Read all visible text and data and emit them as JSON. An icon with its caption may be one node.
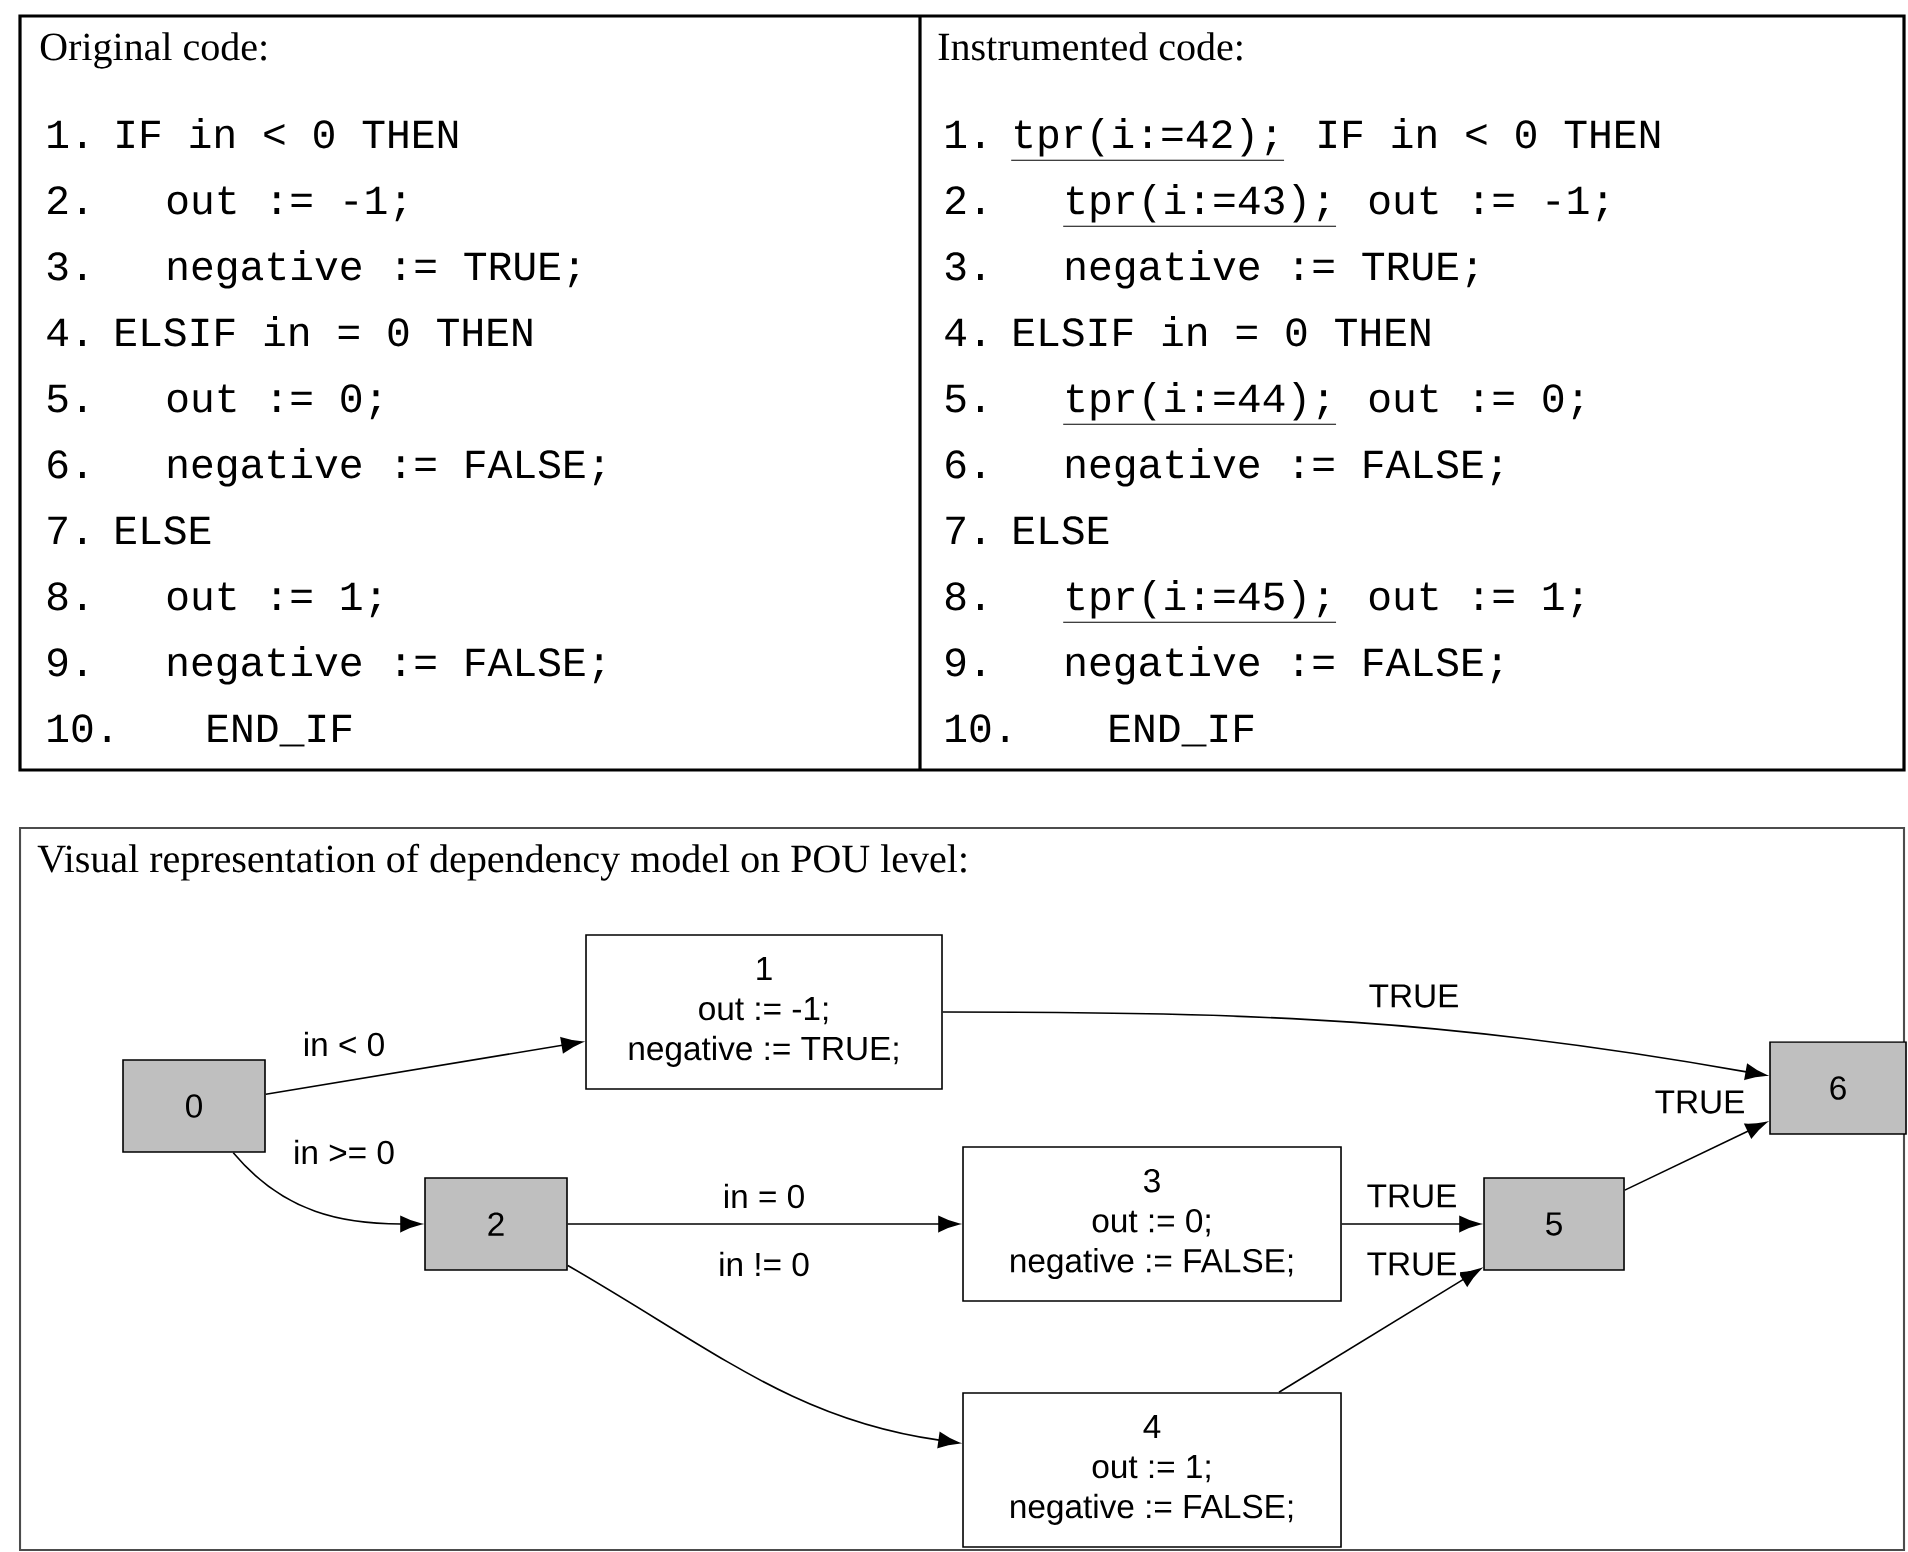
{
  "diagram": {
    "nodes": [
      {
        "text": [
          "0"
        ]
      },
      {
        "text": [
          "1",
          "out := -1;",
          "negative := TRUE;"
        ]
      },
      {
        "text": [
          "2"
        ]
      },
      {
        "text": [
          "3",
          "out := 0;",
          "negative := FALSE;"
        ]
      },
      {
        "text": [
          "4",
          "out := 1;",
          "negative := FALSE;"
        ]
      },
      {
        "text": [
          "5"
        ]
      },
      {
        "text": [
          "6"
        ]
      }
    ],
    "edges": [
      {
        "from": 0,
        "to": 1,
        "arrow": "to",
        "label": "in < 0"
      },
      {
        "from": 0,
        "to": 2,
        "arrow": "to",
        "label": "in >= 0"
      },
      {
        "from": 2,
        "to": 3,
        "arrow": "to",
        "label": "in = 0"
      },
      {
        "from": 2,
        "to": 4,
        "arrow": "to",
        "label": "in != 0"
      },
      {
        "from": 1,
        "to": 6,
        "arrow": "to",
        "label": "TRUE"
      },
      {
        "from": 3,
        "to": 5,
        "arrow": "to",
        "label": "TRUE"
      },
      {
        "from": 4,
        "to": 5,
        "arrow": "to",
        "label": "TRUE"
      },
      {
        "from": 5,
        "to": 6,
        "arrow": "to",
        "label": "TRUE"
      }
    ],
    "labels": [
      "Original code:",
      "Instrumented code:",
      "1.",
      "IF in < 0 THEN",
      "1.",
      "tpr(i:=42);",
      "IF in < 0 THEN",
      "2.",
      "out := -1;",
      "2.",
      "tpr(i:=43);",
      "out := -1;",
      "3.",
      "negative := TRUE;",
      "3.",
      "negative := TRUE;",
      "4.",
      "ELSIF in = 0 THEN",
      "4.",
      "ELSIF in = 0 THEN",
      "5.",
      "out := 0;",
      "5.",
      "tpr(i:=44);",
      "out := 0;",
      "6.",
      "negative := FALSE;",
      "6.",
      "negative := FALSE;",
      "7.",
      "ELSE",
      "7.",
      "ELSE",
      "8.",
      "out := 1;",
      "8.",
      "tpr(i:=45);",
      "out := 1;",
      "9.",
      "negative := FALSE;",
      "9.",
      "negative := FALSE;",
      "10.",
      "END_IF",
      "10.",
      "END_IF",
      "Visual representation of dependency model on POU level:"
    ]
  }
}
